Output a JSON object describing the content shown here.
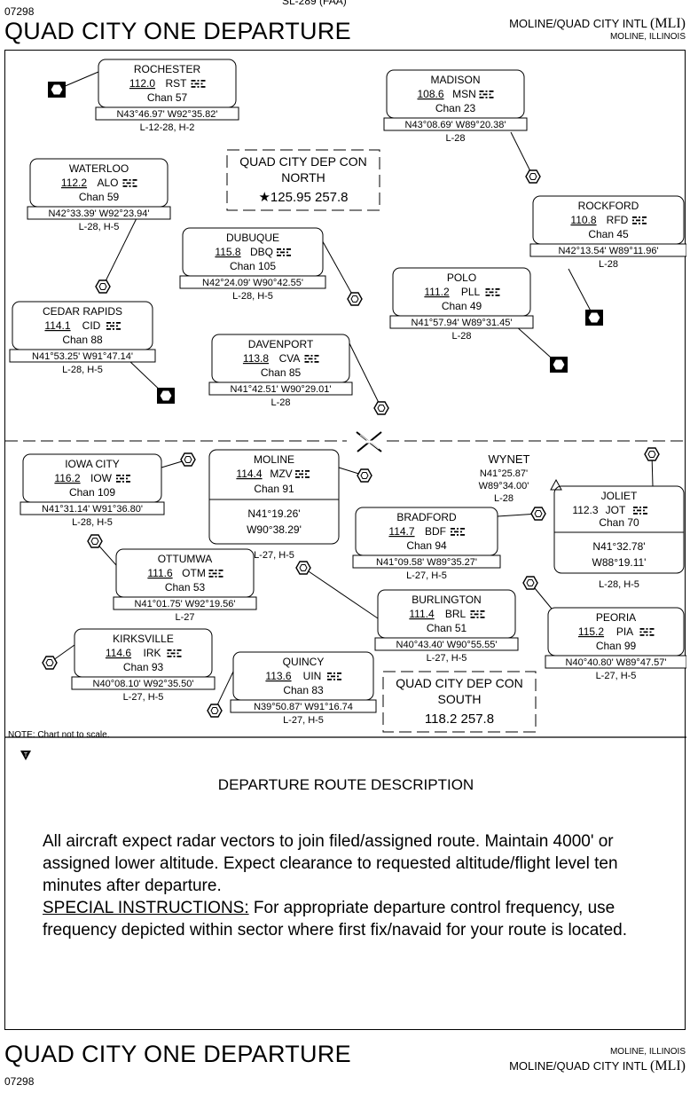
{
  "header": {
    "chart_id": "07298",
    "faa_code": "SL-289 (FAA)",
    "title": "QUAD CITY ONE DEPARTURE",
    "airport": "MOLINE/QUAD CITY INTL",
    "airport_ident": "(MLI)",
    "city": "MOLINE, ILLINOIS"
  },
  "navaids": [
    {
      "name": "ROCHESTER",
      "freq": "112.0",
      "ident": "RST",
      "chan": "Chan 57",
      "coords": "N43°46.97' W92°35.82'",
      "charts": "L-12-28, H-2"
    },
    {
      "name": "MADISON",
      "freq": "108.6",
      "ident": "MSN",
      "chan": "Chan 23",
      "coords": "N43°08.69' W89°20.38'",
      "charts": "L-28"
    },
    {
      "name": "WATERLOO",
      "freq": "112.2",
      "ident": "ALO",
      "chan": "Chan 59",
      "coords": "N42°33.39' W92°23.94'",
      "charts": "L-28, H-5"
    },
    {
      "name": "ROCKFORD",
      "freq": "110.8",
      "ident": "RFD",
      "chan": "Chan 45",
      "coords": "N42°13.54' W89°11.96'",
      "charts": "L-28"
    },
    {
      "name": "DUBUQUE",
      "freq": "115.8",
      "ident": "DBQ",
      "chan": "Chan 105",
      "coords": "N42°24.09' W90°42.55'",
      "charts": "L-28, H-5"
    },
    {
      "name": "POLO",
      "freq": "111.2",
      "ident": "PLL",
      "chan": "Chan 49",
      "coords": "N41°57.94' W89°31.45'",
      "charts": "L-28"
    },
    {
      "name": "CEDAR RAPIDS",
      "freq": "114.1",
      "ident": "CID",
      "chan": "Chan 88",
      "coords": "N41°53.25' W91°47.14'",
      "charts": "L-28, H-5"
    },
    {
      "name": "DAVENPORT",
      "freq": "113.8",
      "ident": "CVA",
      "chan": "Chan 85",
      "coords": "N41°42.51' W90°29.01'",
      "charts": "L-28"
    },
    {
      "name": "IOWA CITY",
      "freq": "116.2",
      "ident": "IOW",
      "chan": "Chan 109",
      "coords": "N41°31.14' W91°36.80'",
      "charts": "L-28, H-5"
    },
    {
      "name": "MOLINE",
      "freq": "114.4",
      "ident": "MZV",
      "chan": "Chan 91",
      "coords1": "N41°19.26'",
      "coords2": "W90°38.29'",
      "charts": "L-27, H-5"
    },
    {
      "name": "JOLIET",
      "freq": "112.3",
      "ident": "JOT",
      "chan": "Chan 70",
      "coords1": "N41°32.78'",
      "coords2": "W88°19.11'",
      "charts": "L-28, H-5"
    },
    {
      "name": "BRADFORD",
      "freq": "114.7",
      "ident": "BDF",
      "chan": "Chan 94",
      "coords": "N41°09.58' W89°35.27'",
      "charts": "L-27, H-5"
    },
    {
      "name": "OTTUMWA",
      "freq": "111.6",
      "ident": "OTM",
      "chan": "Chan 53",
      "coords": "N41°01.75' W92°19.56'",
      "charts": "L-27"
    },
    {
      "name": "BURLINGTON",
      "freq": "111.4",
      "ident": "BRL",
      "chan": "Chan 51",
      "coords": "N40°43.40' W90°55.55'",
      "charts": "L-27, H-5"
    },
    {
      "name": "PEORIA",
      "freq": "115.2",
      "ident": "PIA",
      "chan": "Chan 99",
      "coords": "N40°40.80' W89°47.57'",
      "charts": "L-27, H-5"
    },
    {
      "name": "KIRKSVILLE",
      "freq": "114.6",
      "ident": "IRK",
      "chan": "Chan 93",
      "coords": "N40°08.10' W92°35.50'",
      "charts": "L-27, H-5"
    },
    {
      "name": "QUINCY",
      "freq": "113.6",
      "ident": "UIN",
      "chan": "Chan 83",
      "coords": "N39°50.87' W91°16.74",
      "charts": "L-27, H-5"
    }
  ],
  "wynet": {
    "name": "WYNET",
    "lat": "N41°25.87'",
    "lon": "W89°34.00'",
    "charts": "L-28"
  },
  "dep_con_north": {
    "title": "QUAD CITY DEP CON",
    "sector": "NORTH",
    "freq": "★125.95  257.8"
  },
  "dep_con_south": {
    "title": "QUAD CITY DEP CON",
    "sector": "SOUTH",
    "freq": "118.2  257.8"
  },
  "note": "NOTE: Chart not to scale.",
  "description": {
    "title": "DEPARTURE ROUTE DESCRIPTION",
    "body": "All aircraft expect radar vectors to join filed/assigned route.  Maintain 4000' or assigned lower altitude.  Expect clearance to requested altitude/flight level ten minutes after departure.",
    "special_label": "SPECIAL INSTRUCTIONS:",
    "special_text": "  For appropriate departure control frequency, use frequency depicted within sector where first fix/navaid for your route is located."
  },
  "icons": {
    "takeoff_minimums": "takeoff-minimums-icon",
    "airport": "airport-symbol-icon"
  }
}
